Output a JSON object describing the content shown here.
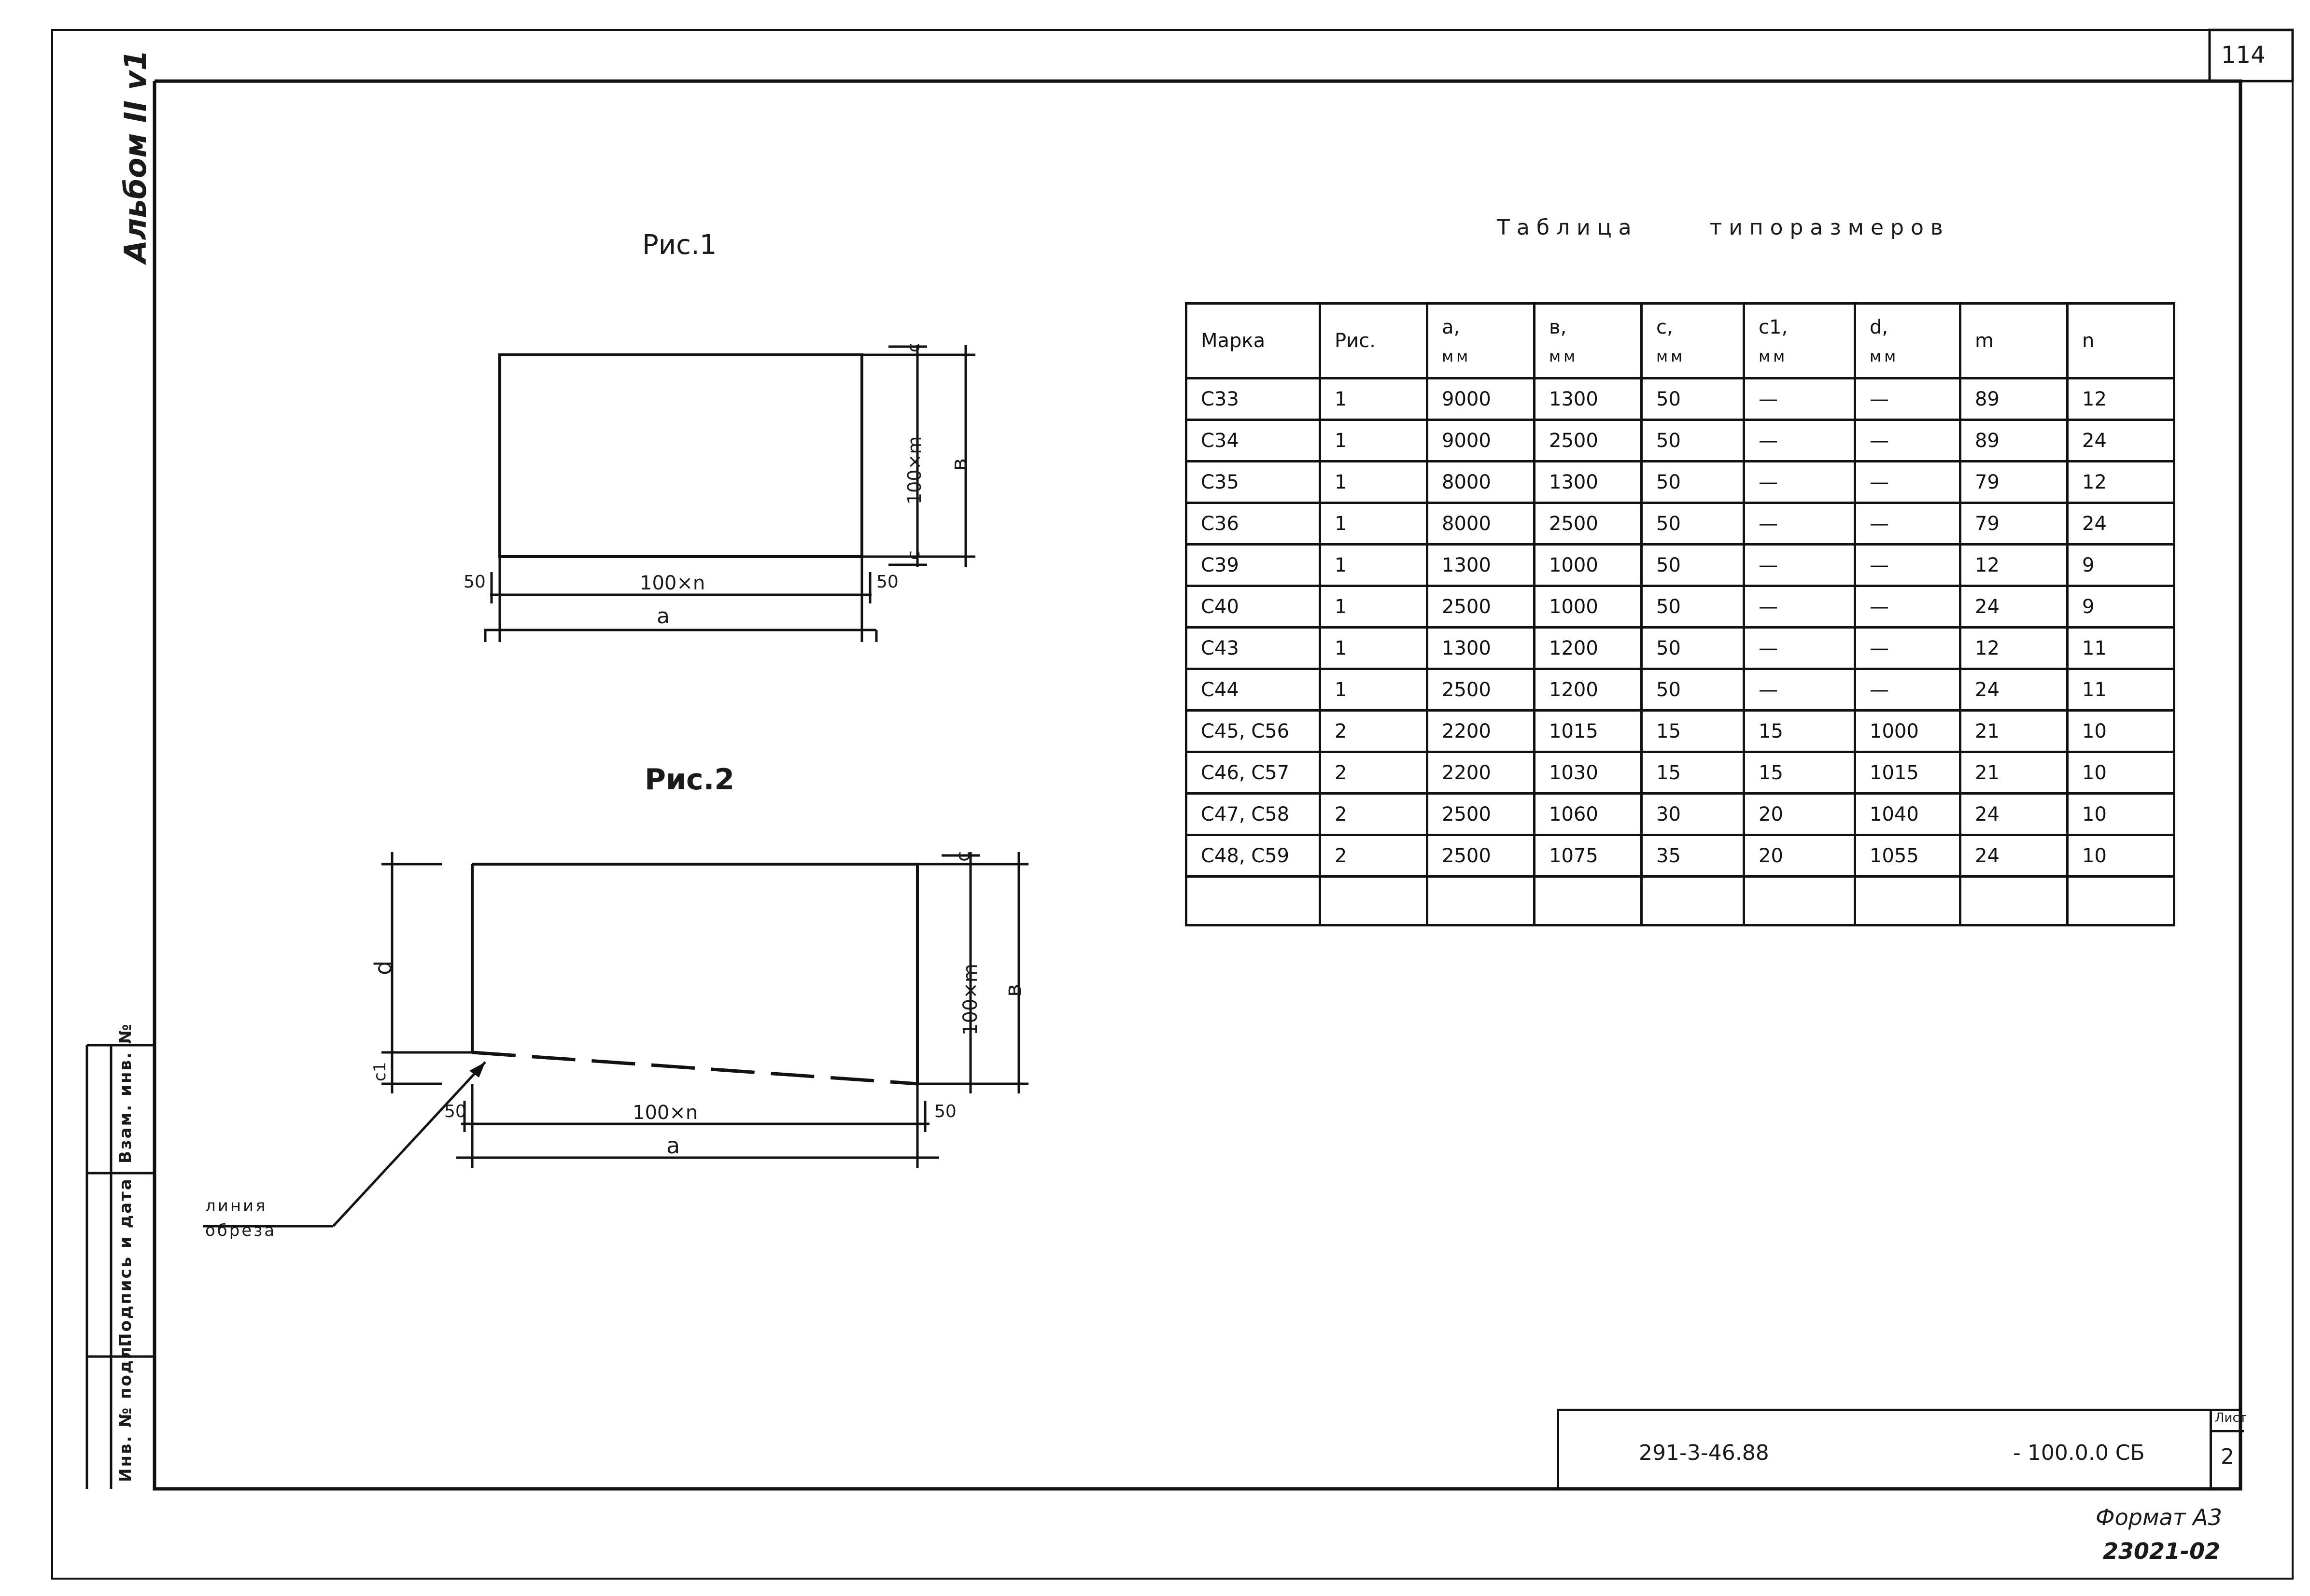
{
  "sheet_number": "114",
  "album_label": "Альбом II v1",
  "figure1": {
    "title": "Рис.1",
    "dim_width": "100×n",
    "dim_total": "a",
    "dim_left": "50",
    "dim_right": "50",
    "dim_height": "100×m",
    "dim_total_height": "в",
    "dim_top": "c",
    "dim_bottom": "c"
  },
  "figure2": {
    "title": "Рис.2",
    "dim_width": "100×n",
    "dim_total": "a",
    "dim_left": "50",
    "dim_right": "50",
    "dim_height": "100×m",
    "dim_total_height": "в",
    "dim_top": "c",
    "dim_d": "d",
    "dim_c1": "c1",
    "cut_line_label_1": "линия",
    "cut_line_label_2": "обреза"
  },
  "table": {
    "title": "Таблица типоразмеров",
    "headers": [
      {
        "label": "Марка",
        "unit": ""
      },
      {
        "label": "Рис.",
        "unit": ""
      },
      {
        "label": "a,",
        "unit": "мм"
      },
      {
        "label": "в,",
        "unit": "мм"
      },
      {
        "label": "c,",
        "unit": "мм"
      },
      {
        "label": "c1,",
        "unit": "мм"
      },
      {
        "label": "d,",
        "unit": "мм"
      },
      {
        "label": "m",
        "unit": ""
      },
      {
        "label": "n",
        "unit": ""
      }
    ],
    "rows": [
      [
        "С33",
        "1",
        "9000",
        "1300",
        "50",
        "—",
        "—",
        "89",
        "12"
      ],
      [
        "С34",
        "1",
        "9000",
        "2500",
        "50",
        "—",
        "—",
        "89",
        "24"
      ],
      [
        "С35",
        "1",
        "8000",
        "1300",
        "50",
        "—",
        "—",
        "79",
        "12"
      ],
      [
        "С36",
        "1",
        "8000",
        "2500",
        "50",
        "—",
        "—",
        "79",
        "24"
      ],
      [
        "С39",
        "1",
        "1300",
        "1000",
        "50",
        "—",
        "—",
        "12",
        "9"
      ],
      [
        "С40",
        "1",
        "2500",
        "1000",
        "50",
        "—",
        "—",
        "24",
        "9"
      ],
      [
        "С43",
        "1",
        "1300",
        "1200",
        "50",
        "—",
        "—",
        "12",
        "11"
      ],
      [
        "С44",
        "1",
        "2500",
        "1200",
        "50",
        "—",
        "—",
        "24",
        "11"
      ],
      [
        "С45, С56",
        "2",
        "2200",
        "1015",
        "15",
        "15",
        "1000",
        "21",
        "10"
      ],
      [
        "С46, С57",
        "2",
        "2200",
        "1030",
        "15",
        "15",
        "1015",
        "21",
        "10"
      ],
      [
        "С47, С58",
        "2",
        "2500",
        "1060",
        "30",
        "20",
        "1040",
        "24",
        "10"
      ],
      [
        "С48, С59",
        "2",
        "2500",
        "1075",
        "35",
        "20",
        "1055",
        "24",
        "10"
      ],
      [
        "",
        "",
        "",
        "",
        "",
        "",
        "",
        "",
        ""
      ]
    ]
  },
  "side_strip": {
    "cell1": "Инв. № подл.",
    "cell2": "Подпись и дата",
    "cell3": "Взам. инв. №"
  },
  "title_block": {
    "code": "291-3-46.88",
    "suffix": "- 100.0.0 СБ",
    "sheet_label": "Лист",
    "sheet_value": "2"
  },
  "format_label": "Формат А3",
  "inventory_number": "23021-02"
}
